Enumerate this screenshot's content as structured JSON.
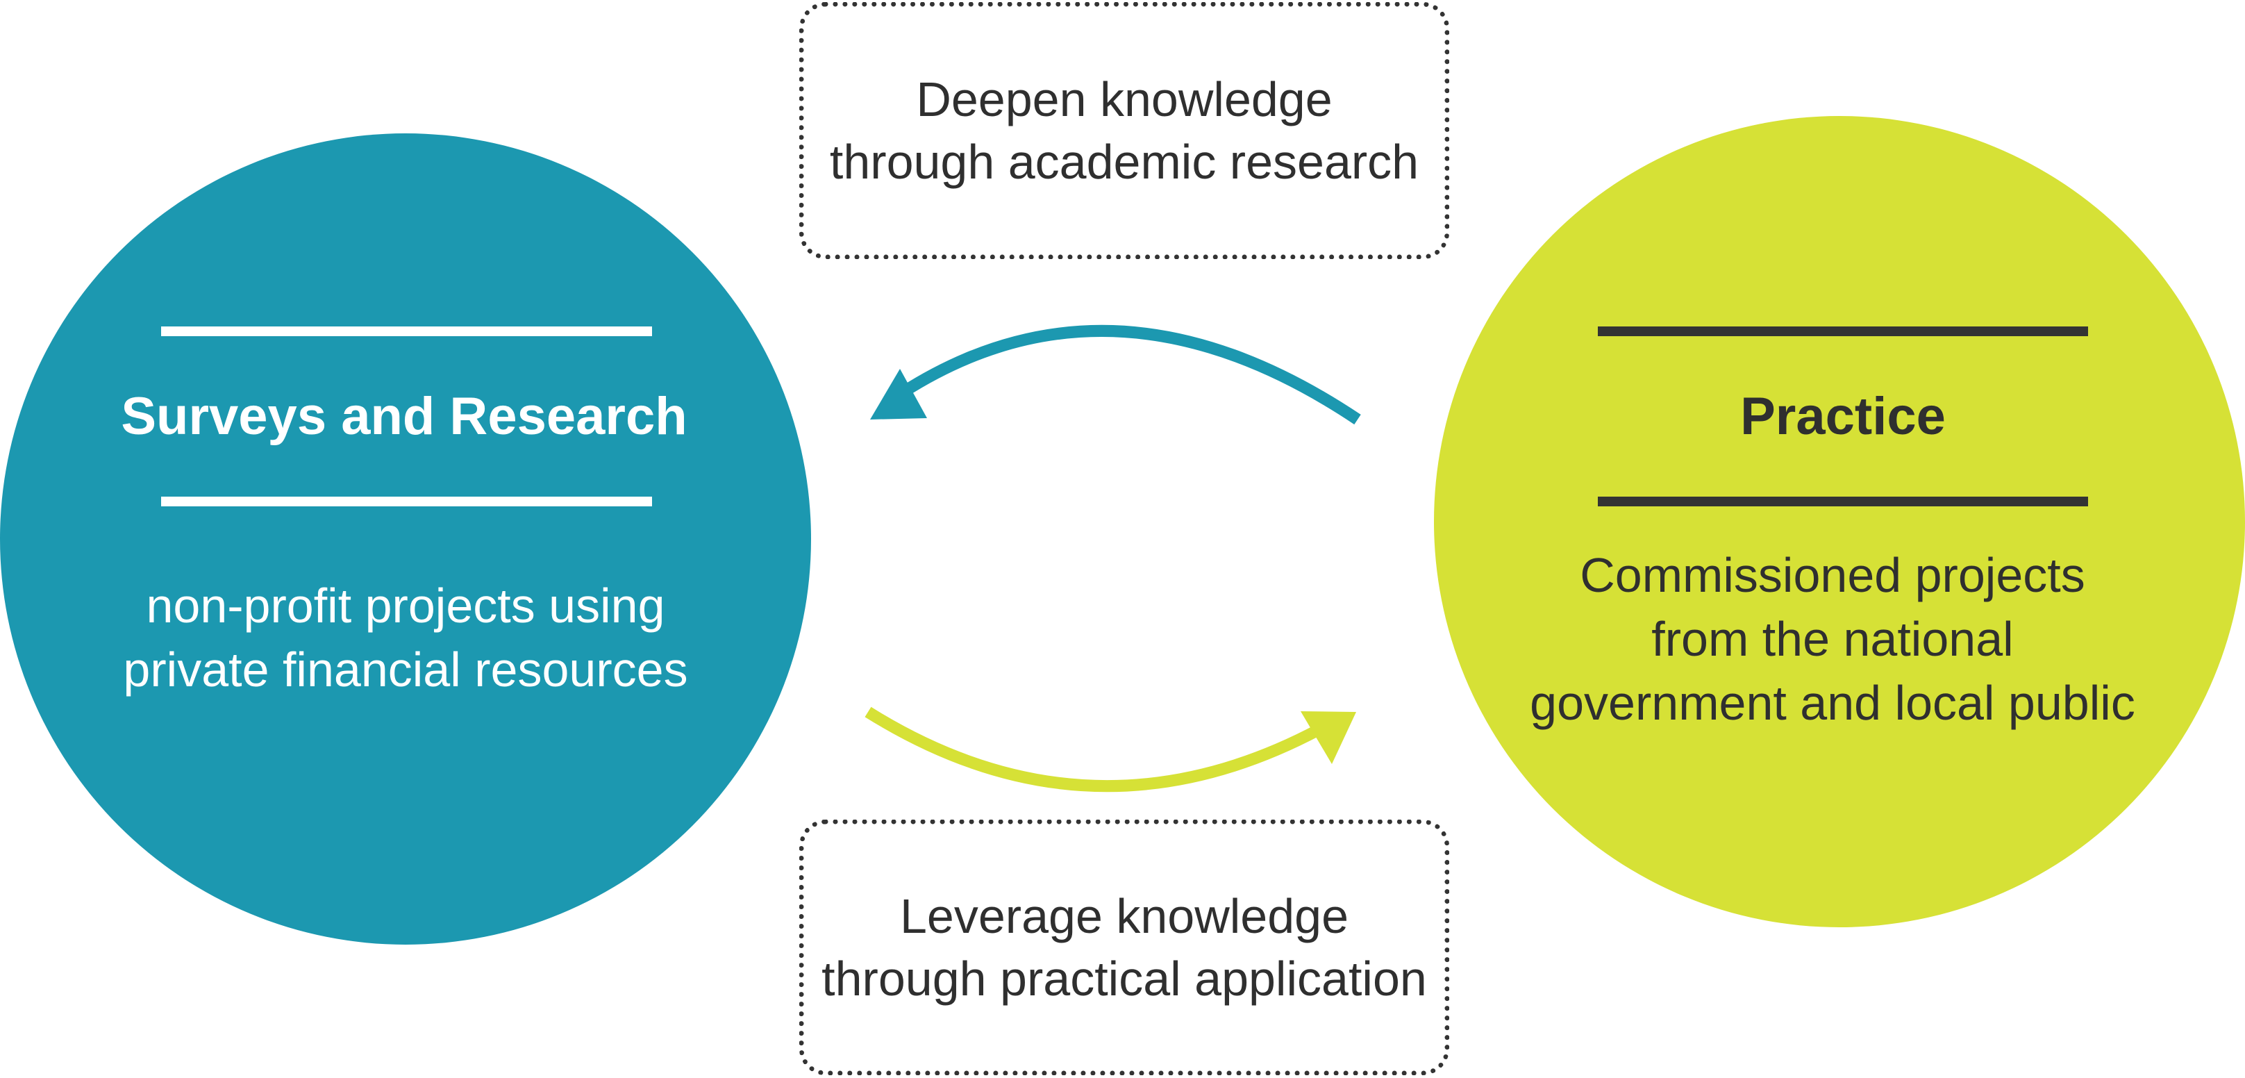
{
  "colors": {
    "research": "#1c98b0",
    "practice": "#d6e136",
    "text_dark": "#2f2f2f",
    "text_light": "#ffffff"
  },
  "research_node": {
    "title": "Surveys and Research",
    "description": "non-profit projects using\nprivate financial resources"
  },
  "practice_node": {
    "title": "Practice",
    "description": "Commissioned projects\nfrom the national\ngovernment and local public"
  },
  "top_note": {
    "text": "Deepen knowledge\nthrough academic research"
  },
  "bottom_note": {
    "text": "Leverage knowledge\nthrough practical application"
  }
}
